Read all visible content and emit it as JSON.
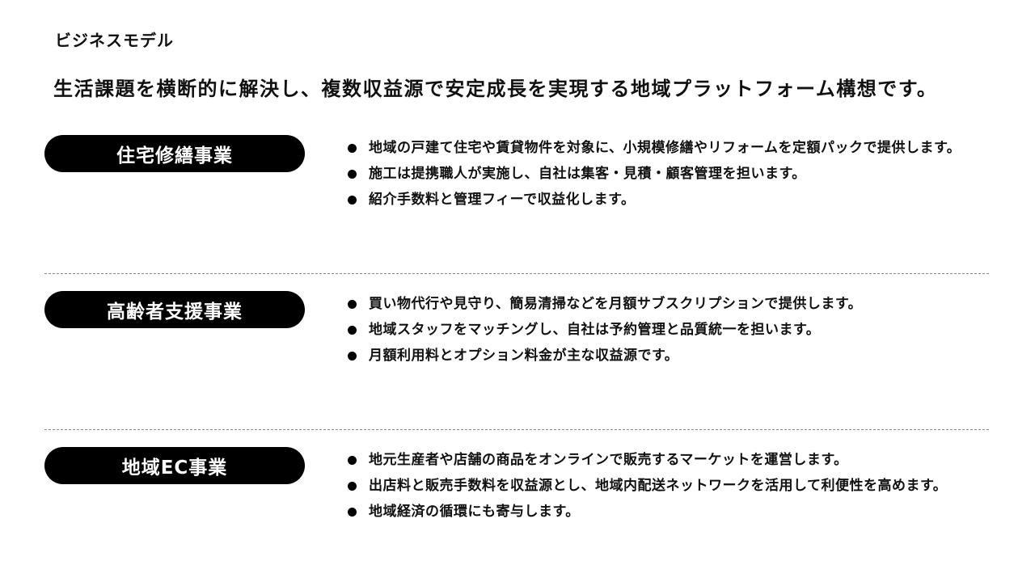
{
  "header": {
    "label": "ビジネスモデル",
    "title": "生活課題を横断的に解決し、複数収益源で安定成長を実現する地域プラットフォーム構想です。"
  },
  "sections": [
    {
      "name": "住宅修繕事業",
      "bullets": [
        "地域の戸建て住宅や賃貸物件を対象に、小規模修繕やリフォームを定額パックで提供します。",
        "施工は提携職人が実施し、自社は集客・見積・顧客管理を担います。",
        "紹介手数料と管理フィーで収益化します。"
      ]
    },
    {
      "name": "高齢者支援事業",
      "bullets": [
        "買い物代行や見守り、簡易清掃などを月額サブスクリプションで提供します。",
        "地域スタッフをマッチングし、自社は予約管理と品質統一を担います。",
        "月額利用料とオプション料金が主な収益源です。"
      ]
    },
    {
      "name": "地域EC事業",
      "bullets": [
        "地元生産者や店舗の商品をオンラインで販売するマーケットを運営します。",
        "出店料と販売手数料を収益源とし、地域内配送ネットワークを活用して利便性を高めます。",
        "地域経済の循環にも寄与します。"
      ]
    }
  ],
  "colors": {
    "pill_bg": "#000000",
    "pill_text": "#ffffff",
    "divider": "#888888"
  }
}
